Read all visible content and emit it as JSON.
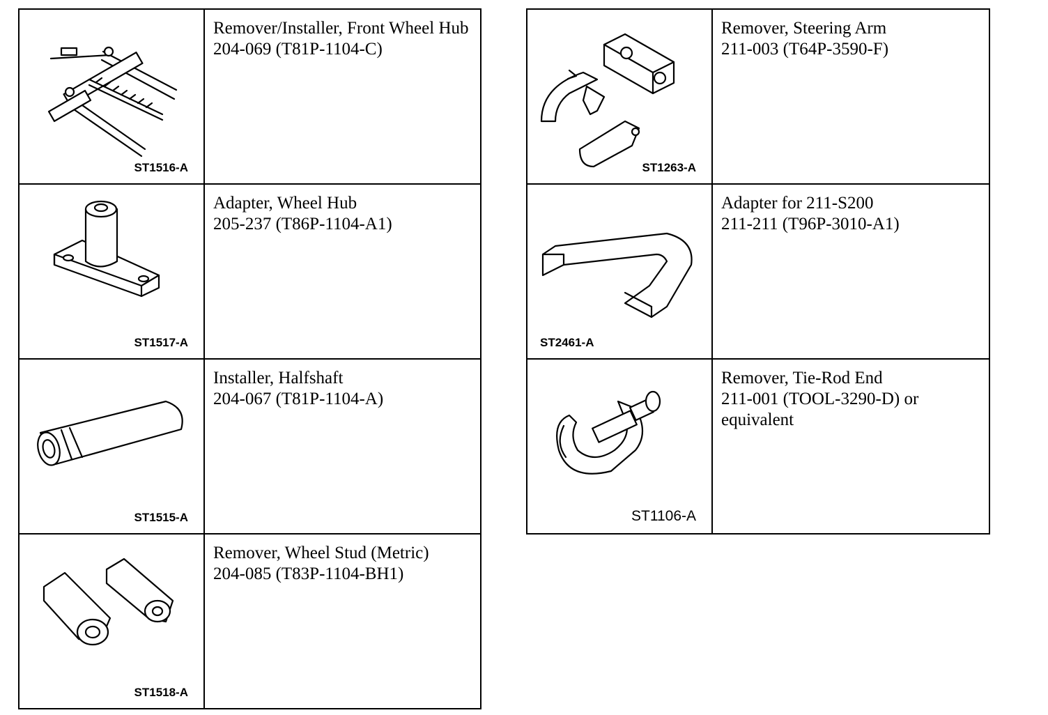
{
  "left_tools": [
    {
      "code": "ST1516-A",
      "description": "Remover/Installer, Front Wheel Hub",
      "part": "204-069 (T81P-1104-C)",
      "icon": "hub-remover-icon"
    },
    {
      "code": "ST1517-A",
      "description": "Adapter, Wheel Hub",
      "part": "205-237 (T86P-1104-A1)",
      "icon": "hub-adapter-icon"
    },
    {
      "code": "ST1515-A",
      "description": "Installer, Halfshaft",
      "part": "204-067 (T81P-1104-A)",
      "icon": "halfshaft-installer-icon"
    },
    {
      "code": "ST1518-A",
      "description": "Remover, Wheel Stud (Metric)",
      "part": "204-085 (T83P-1104-BH1)",
      "icon": "stud-remover-icon"
    }
  ],
  "right_tools": [
    {
      "code": "ST1263-A",
      "description": "Remover, Steering Arm",
      "part": "211-003 (T64P-3590-F)",
      "icon": "steering-arm-remover-icon"
    },
    {
      "code": "ST2461-A",
      "description": "Adapter for 211-S200",
      "part": "211-211 (T96P-3010-A1)",
      "icon": "adapter-icon"
    },
    {
      "code": "ST1106-A",
      "description": "Remover, Tie-Rod End",
      "part": "211-001 (TOOL-3290-D) or equivalent",
      "icon": "tie-rod-remover-icon"
    }
  ]
}
